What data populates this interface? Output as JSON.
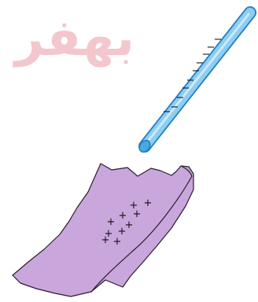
{
  "figure": {
    "watermark": "بهفر",
    "colors": {
      "rod_fill": "#8ecdf2",
      "rod_stroke": "#1f7fbf",
      "rod_end": "#4aa8e0",
      "cloth_fill": "#c9a6dc",
      "cloth_stroke": "#2a1f2e",
      "watermark": "#f2c2c8"
    },
    "rod": {
      "name": "charged glass rod",
      "charge_sign": "−",
      "charge_count": 10
    },
    "cloth": {
      "name": "silk cloth",
      "charge_sign": "+",
      "charge_count": 10
    }
  }
}
